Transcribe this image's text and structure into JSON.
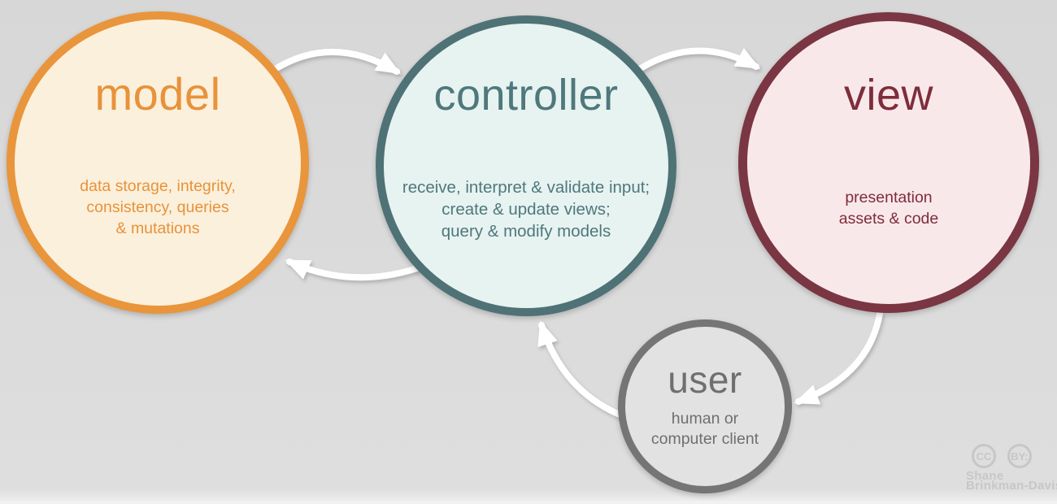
{
  "diagram": {
    "background_color": "#d8d8d8",
    "bottom_strip_color": "#f1f1f1"
  },
  "nodes": {
    "model": {
      "title": "model",
      "description": "data storage, integrity,\nconsistency, queries\n& mutations",
      "border_color": "#e9953c",
      "fill_color": "#fbf0db",
      "text_color": "#e8923a"
    },
    "controller": {
      "title": "controller",
      "description": "receive, interpret & validate input;\ncreate & update views;\nquery & modify models",
      "border_color": "#4e7275",
      "fill_color": "#e7f3f1",
      "text_color": "#4f787c"
    },
    "view": {
      "title": "view",
      "description": "presentation\nassets & code",
      "border_color": "#7a3642",
      "fill_color": "#f9e8ea",
      "text_color": "#7e2d3b"
    },
    "user": {
      "title": "user",
      "description": "human or\ncomputer client",
      "border_color": "#757575",
      "fill_color": "#e2e2e2",
      "text_color": "#6f6f6f"
    }
  },
  "arrows": {
    "color": "#ffffff",
    "connections": [
      "model-to-controller",
      "controller-to-view",
      "controller-to-model",
      "view-to-user",
      "user-to-controller"
    ]
  },
  "attribution": {
    "badge_cc": "CC",
    "badge_by": "BY:",
    "name_line1": "Shane",
    "name_line2": "Brinkman-Davis",
    "color": "#c7c7c7"
  }
}
